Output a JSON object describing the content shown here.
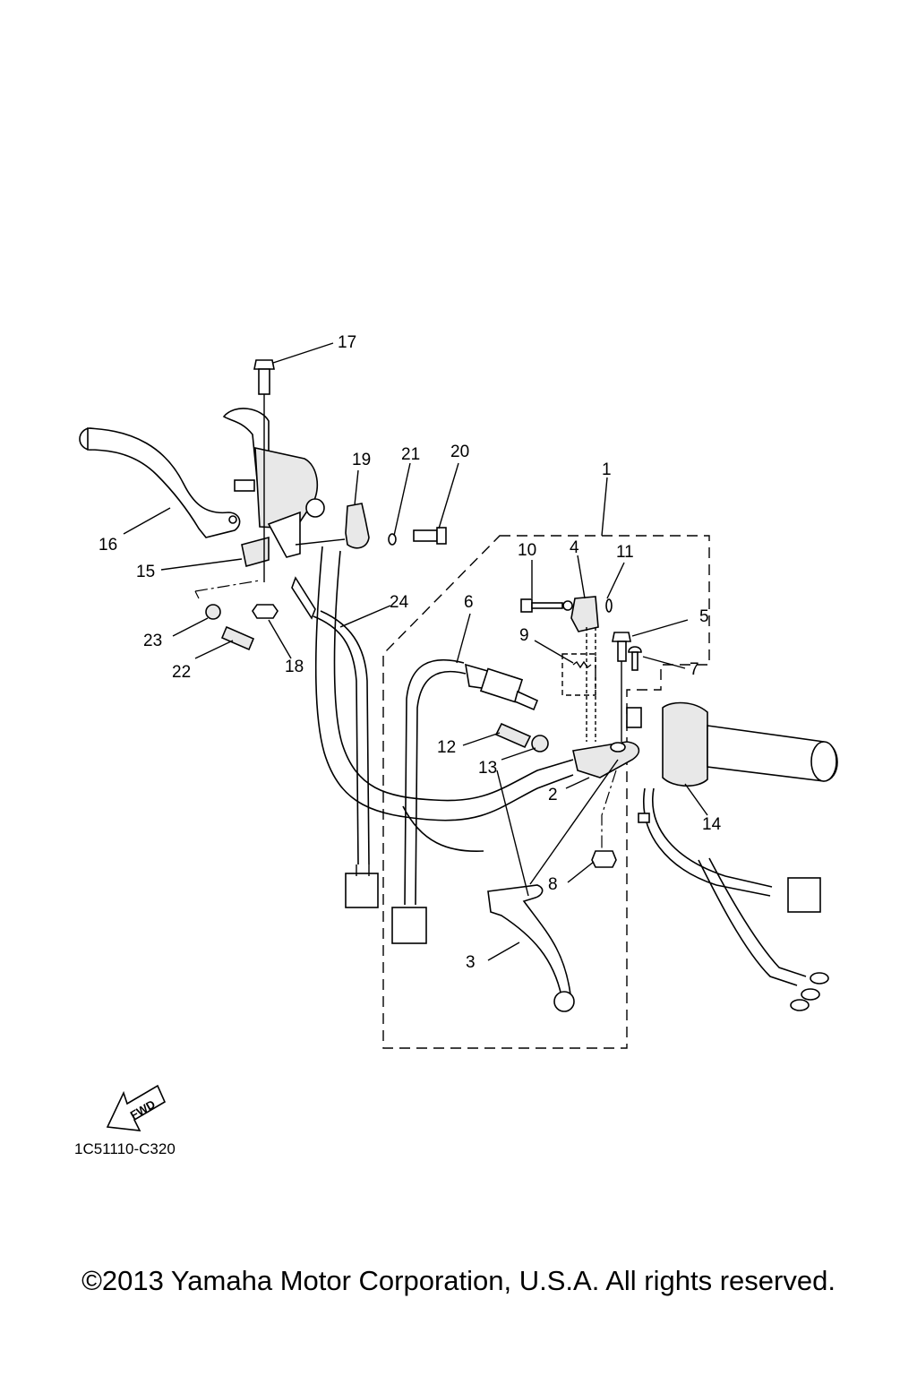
{
  "diagram": {
    "callouts": [
      "1",
      "2",
      "3",
      "4",
      "5",
      "6",
      "7",
      "8",
      "9",
      "10",
      "11",
      "12",
      "13",
      "14",
      "15",
      "16",
      "17",
      "18",
      "19",
      "20",
      "21",
      "22",
      "23",
      "24"
    ],
    "fwd_label": "FWD",
    "drawing_code": "1C51110-C320"
  },
  "footer": {
    "copyright": "©2013 Yamaha Motor Corporation, U.S.A. All rights reserved."
  }
}
